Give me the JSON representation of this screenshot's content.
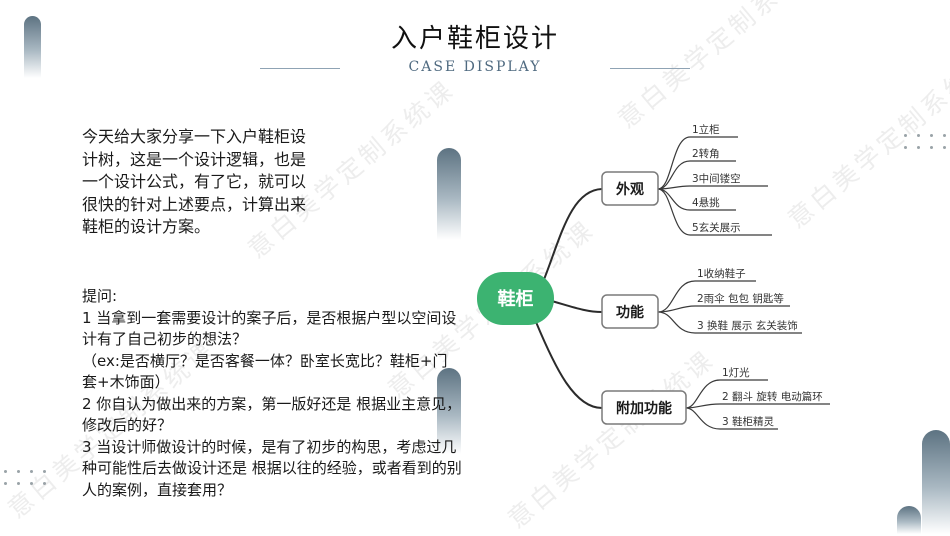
{
  "header": {
    "title": "入户鞋柜设计",
    "subtitle": "CASE DISPLAY"
  },
  "intro": {
    "text": "今天给大家分享一下入户鞋柜设计树，这是一个设计逻辑，也是一个设计公式，有了它，就可以很快的针对上述要点，计算出来鞋柜的设计方案。"
  },
  "questions": {
    "heading": "提问:",
    "lines": [
      "1 当拿到一套需要设计的案子后，是否根据户型以空间设计有了自己初步的想法？",
      "（ex:是否横厅？是否客餐一体？卧室长宽比？鞋柜+门套+木饰面）",
      "2 你自认为做出来的方案，第一版好还是 根据业主意见，修改后的好？",
      "3 当设计师做设计的时候，是有了初步的构思，考虑过几种可能性后去做设计还是 根据以往的经验，或者看到的别人的案例，直接套用？"
    ]
  },
  "mindmap": {
    "center": "鞋柜",
    "colors": {
      "center": "#3cb371",
      "line": "#2b2b2b",
      "box_border": "#7a7a7a"
    },
    "branches": [
      {
        "label": "外观",
        "items": [
          "1立柜",
          "2转角",
          "3中间镂空",
          "4悬挑",
          "5玄关展示"
        ]
      },
      {
        "label": "功能",
        "items": [
          "1收纳鞋子",
          "2雨伞 包包 钥匙等",
          "3 换鞋 展示 玄关装饰"
        ]
      },
      {
        "label": "附加功能",
        "items": [
          "1灯光",
          "2 翻斗 旋转 电动篇环",
          "3 鞋柜精灵"
        ]
      }
    ]
  },
  "watermark": {
    "text": "意白美学定制系统课"
  }
}
